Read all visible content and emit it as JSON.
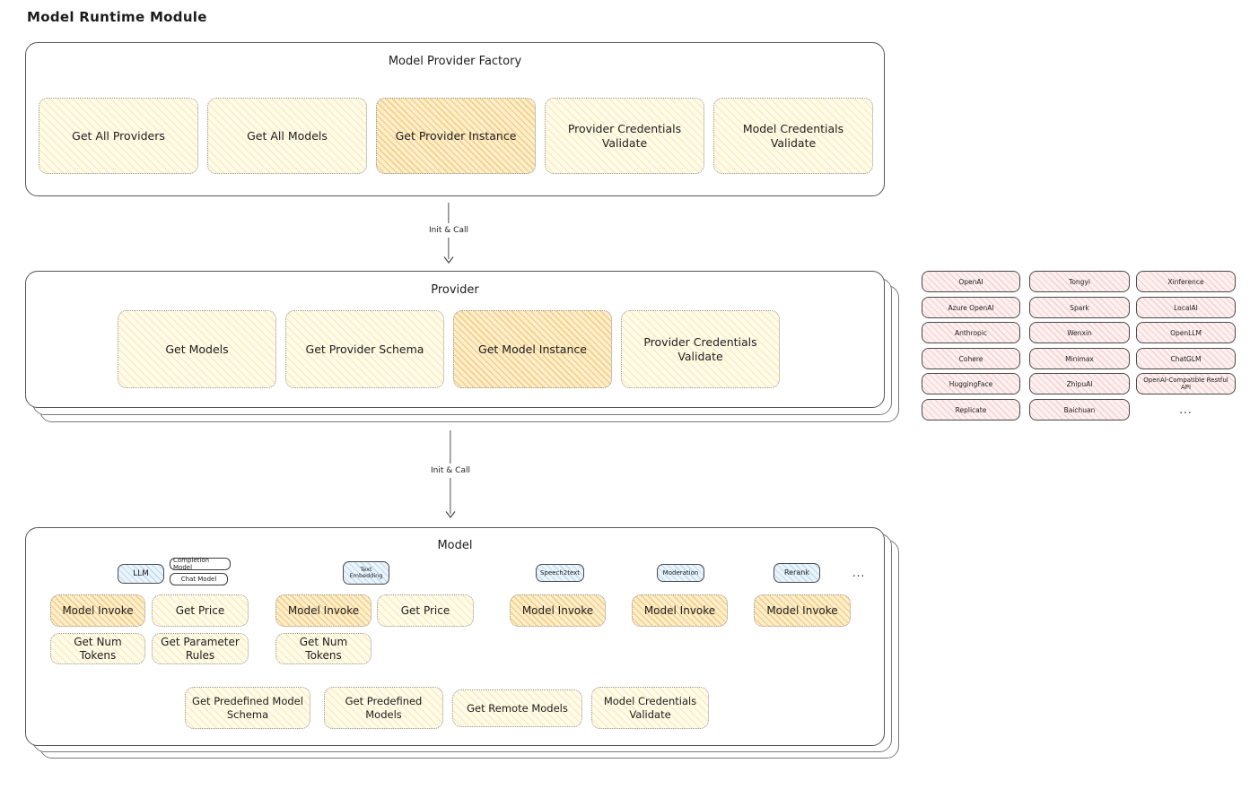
{
  "title": "Model Runtime Module",
  "colors": {
    "box_yellow": "#FFFBEA",
    "hatch_yellow": "#F6D47A66",
    "box_orange": "#FCEFCE",
    "hatch_orange": "#F2B04280",
    "box_pink": "#FDF0F0",
    "hatch_pink": "#EEA0A066",
    "box_blue": "#EAF4FB",
    "hatch_blue": "#82B4E166",
    "ink": "#1D1D1D",
    "card_border": "#565656",
    "arrow": "#4F4F4F"
  },
  "factory": {
    "title": "Model Provider Factory",
    "boxes": [
      {
        "label": "Get All Providers",
        "highlight": false
      },
      {
        "label": "Get All Models",
        "highlight": false
      },
      {
        "label": "Get Provider Instance",
        "highlight": true
      },
      {
        "label": "Provider Credentials Validate",
        "highlight": false
      },
      {
        "label": "Model Credentials Validate",
        "highlight": false
      }
    ]
  },
  "arrow1": {
    "label": "Init & Call"
  },
  "arrow2": {
    "label": "Init & Call"
  },
  "provider": {
    "title": "Provider",
    "boxes": [
      {
        "label": "Get Models",
        "highlight": false
      },
      {
        "label": "Get Provider Schema",
        "highlight": false
      },
      {
        "label": "Get Model Instance",
        "highlight": true
      },
      {
        "label": "Provider Credentials Validate",
        "highlight": false
      }
    ]
  },
  "provider_list": {
    "columns": [
      [
        "OpenAI",
        "Azure OpenAI",
        "Anthropic",
        "Cohere",
        "HuggingFace",
        "Replicate"
      ],
      [
        "Tongyi",
        "Spark",
        "Wenxin",
        "Minimax",
        "ZhipuAI",
        "Baichuan"
      ],
      [
        "Xinference",
        "LocalAI",
        "OpenLLM",
        "ChatGLM",
        "OpenAI-Compatible Restful API",
        "..."
      ]
    ]
  },
  "model": {
    "title": "Model",
    "tags": {
      "llm": "LLM",
      "completion_model": "Completion Model",
      "chat_model": "Chat Model",
      "text_embedding": "Text Embedding",
      "speech2text": "Speech2text",
      "moderation": "Moderation",
      "rerank": "Rerank",
      "ellipsis": "..."
    },
    "ops": {
      "model_invoke": "Model Invoke",
      "get_price": "Get Price",
      "get_num_tokens": "Get Num Tokens",
      "get_parameter_rules": "Get Parameter Rules"
    },
    "shared_ops": [
      "Get Predefined Model Schema",
      "Get Predefined Models",
      "Get Remote Models",
      "Model Credentials Validate"
    ]
  }
}
